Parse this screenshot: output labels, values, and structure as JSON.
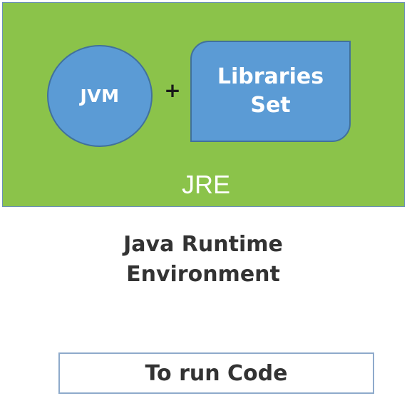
{
  "diagram": {
    "jvm": {
      "label": "JVM"
    },
    "operator": "+",
    "libraries": {
      "line1": "Libraries",
      "line2": "Set"
    },
    "jre": {
      "label": "JRE"
    },
    "caption": {
      "line1": "Java Runtime",
      "line2": "Environment"
    },
    "purpose": {
      "label": "To run Code"
    }
  },
  "colors": {
    "jre_fill": "#8bc34a",
    "component_fill": "#5b9bd5",
    "component_stroke": "#41719c",
    "caption_text": "#333333",
    "purpose_border": "#8eaacb"
  }
}
